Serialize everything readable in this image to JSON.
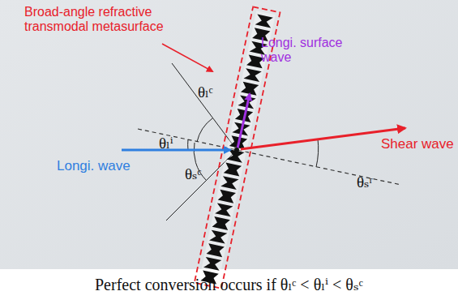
{
  "diagram": {
    "caption": "Perfect conversion occurs if θₗᶜ < θₗⁱ < θₛᶜ",
    "labels": [
      "Broad-angle refractive transmodal metasurface",
      "Longi. surface wave",
      "Longi. wave",
      "Shear wave",
      "θₗᶜ",
      "θₗⁱ",
      "θₛᶜ",
      "θₛʳ"
    ]
  }
}
